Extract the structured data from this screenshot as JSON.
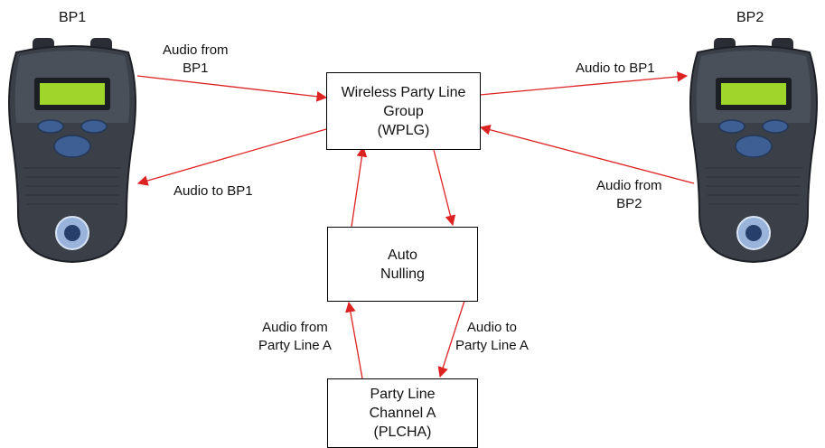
{
  "devices": {
    "left": {
      "name": "BP1",
      "icon": "beltpack-device-icon"
    },
    "right": {
      "name": "BP2",
      "icon": "beltpack-device-icon"
    }
  },
  "nodes": {
    "wplg": {
      "lines": [
        "Wireless Party Line",
        "Group",
        "(WPLG)"
      ]
    },
    "auto_nulling": {
      "lines": [
        "Auto",
        "Nulling"
      ]
    },
    "plcha": {
      "lines": [
        "Party Line",
        "Channel A",
        "(PLCHA)"
      ]
    }
  },
  "labels": {
    "audio_from_bp1": [
      "Audio from",
      "BP1"
    ],
    "audio_to_bp1_left": [
      "Audio to BP1"
    ],
    "audio_to_bp1_right": [
      "Audio to BP1"
    ],
    "audio_from_bp2": [
      "Audio from",
      "BP2"
    ],
    "audio_from_party_line_a": [
      "Audio from",
      "Party Line A"
    ],
    "audio_to_party_line_a": [
      "Audio to",
      "Party Line A"
    ]
  },
  "colors": {
    "arrow": "#dd2222",
    "device_body": "#3a3f48",
    "device_screen": "#9fd62c",
    "device_button": "#3d5f93"
  }
}
